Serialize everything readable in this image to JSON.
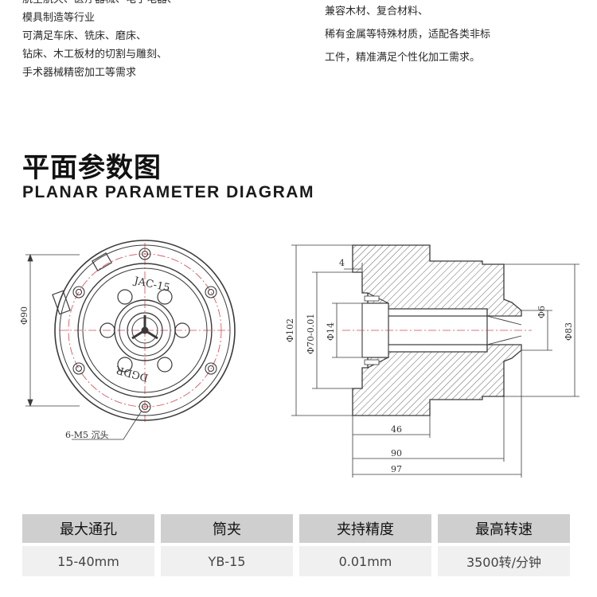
{
  "intro": {
    "left_lines": [
      "航空航天、医疗器械、电子电器、",
      "模具制造等行业",
      "可满足车床、铣床、磨床、",
      "钻床、木工板材的切割与雕刻、",
      "手术器械精密加工等需求"
    ],
    "right_lines": [
      "兼容木材、复合材料、",
      "稀有金属等特殊材质，适配各类非标",
      "工件，精准满足个性化加工需求。"
    ]
  },
  "section": {
    "title_cn": "平面参数图",
    "title_en": "PLANAR PARAMETER DIAGRAM"
  },
  "drawing": {
    "front_view": {
      "label_top": "JAC-15",
      "label_bottom": "DGDR",
      "dim_diameter": "Φ90",
      "hole_note": "6-M5 沉头"
    },
    "side_view": {
      "dim_outer": "Φ102",
      "dim_bore": "Φ70-0.01",
      "dim_inner": "Φ14",
      "dim_nose": "Φ6",
      "dim_right": "Φ83",
      "dim_step": "4",
      "dim_len_46": "46",
      "dim_len_90": "90",
      "dim_len_97": "97"
    },
    "colors": {
      "line": "#3a3a3a",
      "center_line": "#d9474d",
      "hatch": "#555555"
    }
  },
  "specs": {
    "headers": [
      "最大通孔",
      "筒夹",
      "夹持精度",
      "最高转速"
    ],
    "values": [
      "15-40mm",
      "YB-15",
      "0.01mm",
      "3500转/分钟"
    ]
  }
}
